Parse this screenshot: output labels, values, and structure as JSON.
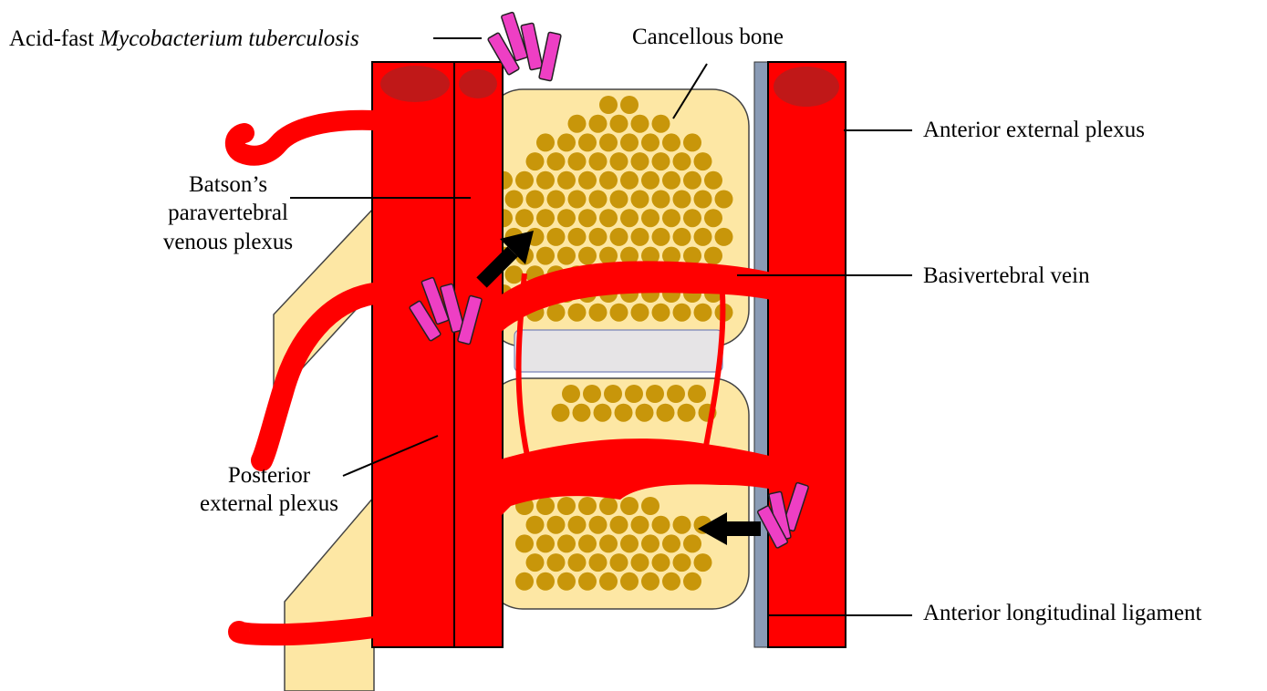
{
  "labels": {
    "acid_fast_prefix": "Acid-fast",
    "acid_fast_species": "Mycobacterium tuberculosis",
    "cancellous_bone": "Cancellous bone",
    "batson_line1": "Batson’s",
    "batson_line2": "paravertebral",
    "batson_line3": "venous plexus",
    "anterior_external_plexus": "Anterior external plexus",
    "basivertebral_vein": "Basivertebral vein",
    "posterior_line1": "Posterior",
    "posterior_line2": "external plexus",
    "anterior_longitudinal_ligament": "Anterior longitudinal ligament"
  },
  "colors": {
    "vein": "#ff0000",
    "vein_dark": "#c01818",
    "bone_fill": "#fde7a4",
    "trabecula": "#c8960a",
    "bacteria": "#ee3fc4",
    "disc": "#e6e4e6",
    "ligament": "#8a9bb5",
    "arrow": "#000000"
  },
  "icons": {
    "bacteria": "rod-bacilli-icon",
    "arrow": "thick-arrow-icon"
  }
}
